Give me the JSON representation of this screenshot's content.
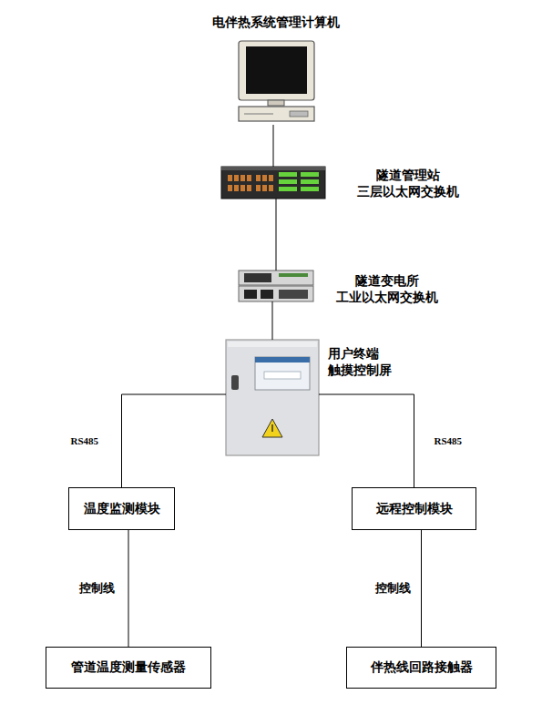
{
  "diagram": {
    "nodes": [
      {
        "text": [
          "电伴热系统管理计算机"
        ]
      },
      {
        "text": [
          "隧道管理站 三层以太网交换机"
        ]
      },
      {
        "text": [
          "隧道变电所 工业以太网交换机"
        ]
      },
      {
        "text": [
          "用户终端 触摸控制屏"
        ]
      },
      {
        "text": [
          "温度监测模块"
        ]
      },
      {
        "text": [
          "远程控制模块"
        ]
      },
      {
        "text": [
          "管道温度测量传感器"
        ]
      },
      {
        "text": [
          "伴热线回路接触器"
        ]
      }
    ],
    "edges": [
      {
        "from": 0,
        "to": 1,
        "arrow": "none"
      },
      {
        "from": 1,
        "to": 2,
        "arrow": "none"
      },
      {
        "from": 2,
        "to": 3,
        "arrow": "none"
      },
      {
        "from": 3,
        "to": 4,
        "label": "RS485",
        "arrow": "none"
      },
      {
        "from": 3,
        "to": 5,
        "label": "RS485",
        "arrow": "none"
      },
      {
        "from": 4,
        "to": 6,
        "label": "控制线",
        "arrow": "none"
      },
      {
        "from": 5,
        "to": 7,
        "label": "控制线",
        "arrow": "none"
      }
    ]
  }
}
